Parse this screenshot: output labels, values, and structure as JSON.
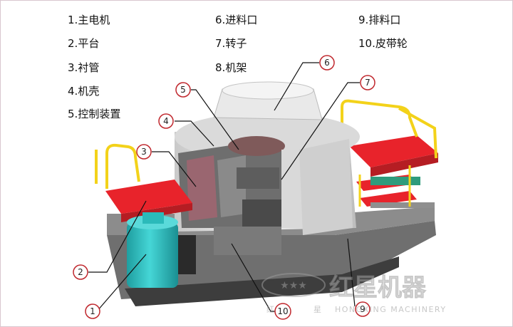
{
  "legend": [
    {
      "num": "1.",
      "label": "主电机"
    },
    {
      "num": "2.",
      "label": "平台"
    },
    {
      "num": "3.",
      "label": "衬管"
    },
    {
      "num": "4.",
      "label": "机壳"
    },
    {
      "num": "5.",
      "label": "控制装置"
    },
    {
      "num": "6.",
      "label": "进料口"
    },
    {
      "num": "7.",
      "label": "转子"
    },
    {
      "num": "8.",
      "label": "机架"
    },
    {
      "num": "9.",
      "label": "排料口"
    },
    {
      "num": "10.",
      "label": "皮带轮"
    }
  ],
  "callouts": [
    "1",
    "2",
    "3",
    "4",
    "5",
    "6",
    "7",
    "9",
    "10"
  ],
  "watermark": {
    "brand": "红星机器",
    "sub_left": "红",
    "sub_mid": "星",
    "sub_en": "HONGXING MACHINERY"
  },
  "colors": {
    "motor": "#2ec4c4",
    "platform": "#e8232b",
    "rail": "#f3d21a",
    "body": "#e4e4e4",
    "callout": "#c0272d",
    "liner": "#9a6670"
  }
}
